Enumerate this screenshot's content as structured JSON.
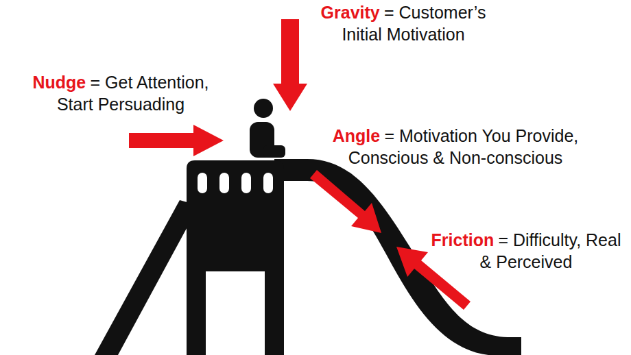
{
  "diagram": {
    "labels": [
      "Gravity",
      "= Customer’s Initial Motivation",
      "Nudge",
      "= Get Attention, Start Persuading",
      "Angle",
      "= Motivation You Provide, Conscious & Non-conscious",
      "Friction",
      "= Difficulty, Real & Perceived"
    ]
  }
}
